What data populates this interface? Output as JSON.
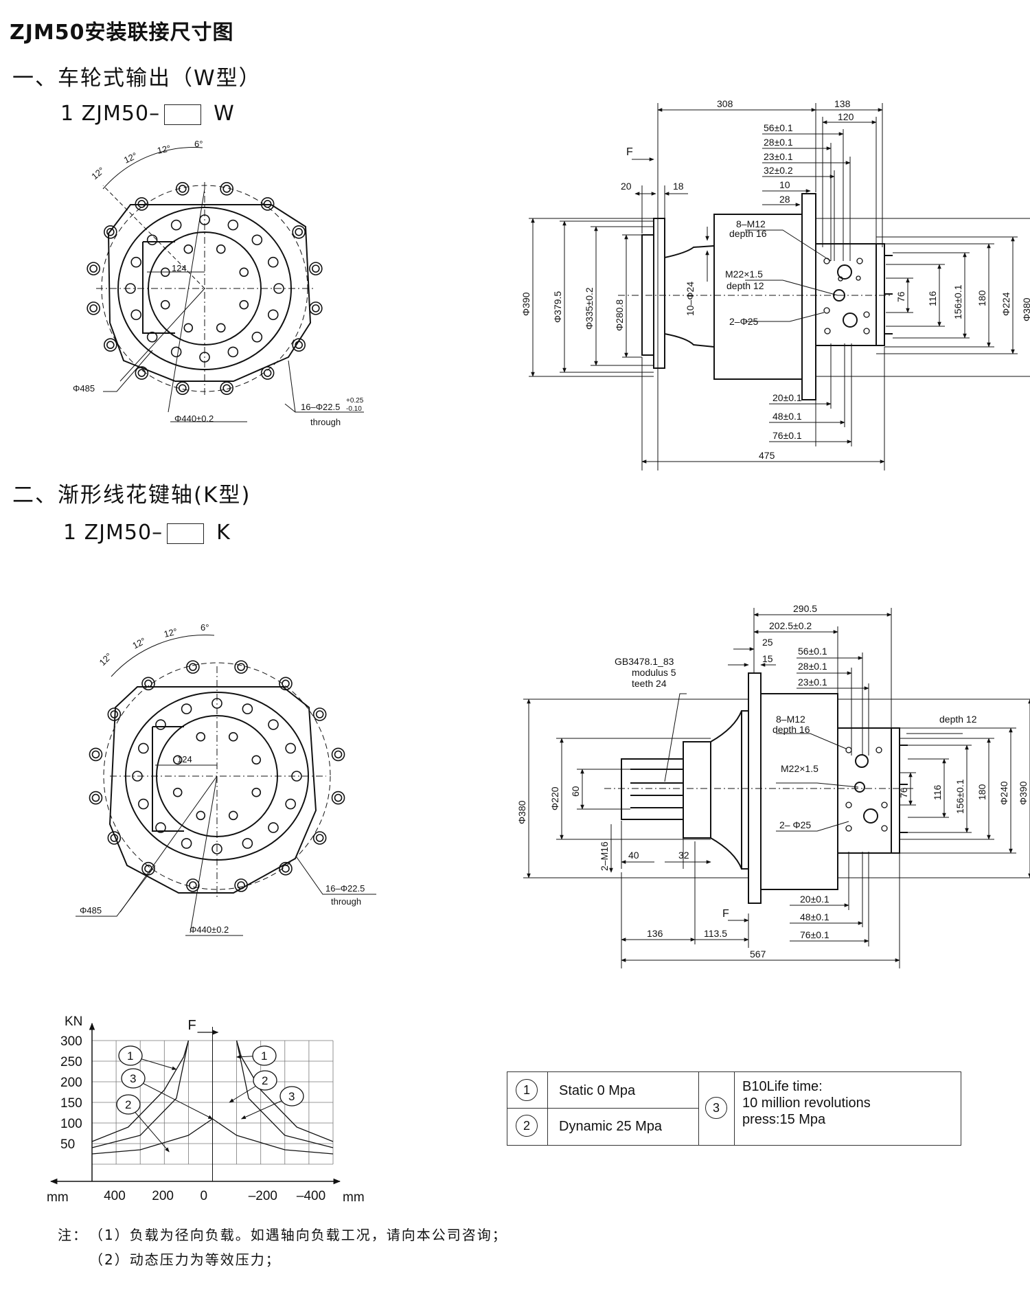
{
  "title": "ZJM50安装联接尺寸图",
  "section1": {
    "heading": "一、车轮式输出（W型）",
    "model_prefix": "1 ZJM50–",
    "model_suffix": "W"
  },
  "section2": {
    "heading": "二、渐形线花键轴(K型)",
    "model_prefix": "1 ZJM50–",
    "model_suffix": "K"
  },
  "front_view_w": {
    "angles": [
      "12°",
      "12°",
      "12°",
      "6°"
    ],
    "dims": [
      "124",
      "Φ485",
      "Φ440±0.2",
      "16–Φ22.5",
      "+0.25",
      "-0.10",
      "through"
    ]
  },
  "side_view_w": {
    "dims": [
      "308",
      "138",
      "120",
      "56±0.1",
      "28±0.1",
      "23±0.1",
      "32±0.2",
      "10",
      "28",
      "F",
      "20",
      "18",
      "8–M12",
      "depth 16",
      "M22×1.5",
      "depth 12",
      "2–Φ25",
      "Φ390",
      "Φ379.5",
      "Φ335±0.2",
      "Φ280.8",
      "10–Φ24",
      "76",
      "116",
      "156±0.1",
      "180",
      "Φ224",
      "Φ380",
      "20±0.1",
      "48±0.1",
      "76±0.1",
      "475"
    ]
  },
  "front_view_k": {
    "angles": [
      "12°",
      "12°",
      "12°",
      "6°"
    ],
    "dims": [
      "124",
      "Φ485",
      "Φ440±0.2",
      "16–Φ22.5",
      "through"
    ]
  },
  "side_view_k": {
    "dims": [
      "290.5",
      "202.5±0.2",
      "25",
      "15",
      "56±0.1",
      "28±0.1",
      "23±0.1",
      "GB3478.1_83",
      "modulus 5",
      "teeth     24",
      "8–M12",
      "depth 16",
      "depth 12",
      "M22×1.5",
      "2– Φ25",
      "Φ380",
      "Φ220",
      "60",
      "2–M16",
      "40",
      "32",
      "76",
      "116",
      "156±0.1",
      "180",
      "Φ240",
      "Φ390",
      "F",
      "20±0.1",
      "48±0.1",
      "76±0.1",
      "136",
      "113.5",
      "567"
    ]
  },
  "chart_data": {
    "type": "line",
    "title": "",
    "ylabel": "KN",
    "xlabel": "mm",
    "x_ticks": [
      "400",
      "200",
      "0",
      "–200",
      "–400"
    ],
    "y_ticks": [
      "300",
      "250",
      "200",
      "150",
      "100",
      "50"
    ],
    "marker_label": "F",
    "xlim": [
      500,
      -500
    ],
    "ylim": [
      0,
      300
    ],
    "series": [
      {
        "name": "1",
        "x": [
          500,
          350,
          200,
          120,
          100
        ],
        "y": [
          55,
          90,
          180,
          260,
          300
        ]
      },
      {
        "name": "1",
        "x": [
          -100,
          -120,
          -200,
          -350,
          -500
        ],
        "y": [
          300,
          260,
          180,
          90,
          55
        ]
      },
      {
        "name": "2",
        "x": [
          500,
          300,
          100,
          0,
          -100,
          -300,
          -500
        ],
        "y": [
          25,
          35,
          70,
          110,
          70,
          35,
          25
        ]
      },
      {
        "name": "3",
        "x": [
          500,
          300,
          150,
          100
        ],
        "y": [
          40,
          70,
          160,
          300
        ]
      },
      {
        "name": "3",
        "x": [
          -100,
          -150,
          -300,
          -500
        ],
        "y": [
          300,
          160,
          70,
          40
        ]
      }
    ],
    "callouts": [
      "1",
      "3",
      "2",
      "1",
      "2",
      "3"
    ]
  },
  "legend": {
    "items": [
      {
        "num": "1",
        "text": "Static 0 Mpa"
      },
      {
        "num": "2",
        "text": "Dynamic 25 Mpa"
      },
      {
        "num": "3",
        "line1": "B10Life time:",
        "line2": "10 million revolutions",
        "line3": "press:15 Mpa"
      }
    ]
  },
  "notes": {
    "label": "注：",
    "line1": "（1）负载为径向负载。如遇轴向负载工况，请向本公司咨询；",
    "line2": "（2）动态压力为等效压力；"
  }
}
